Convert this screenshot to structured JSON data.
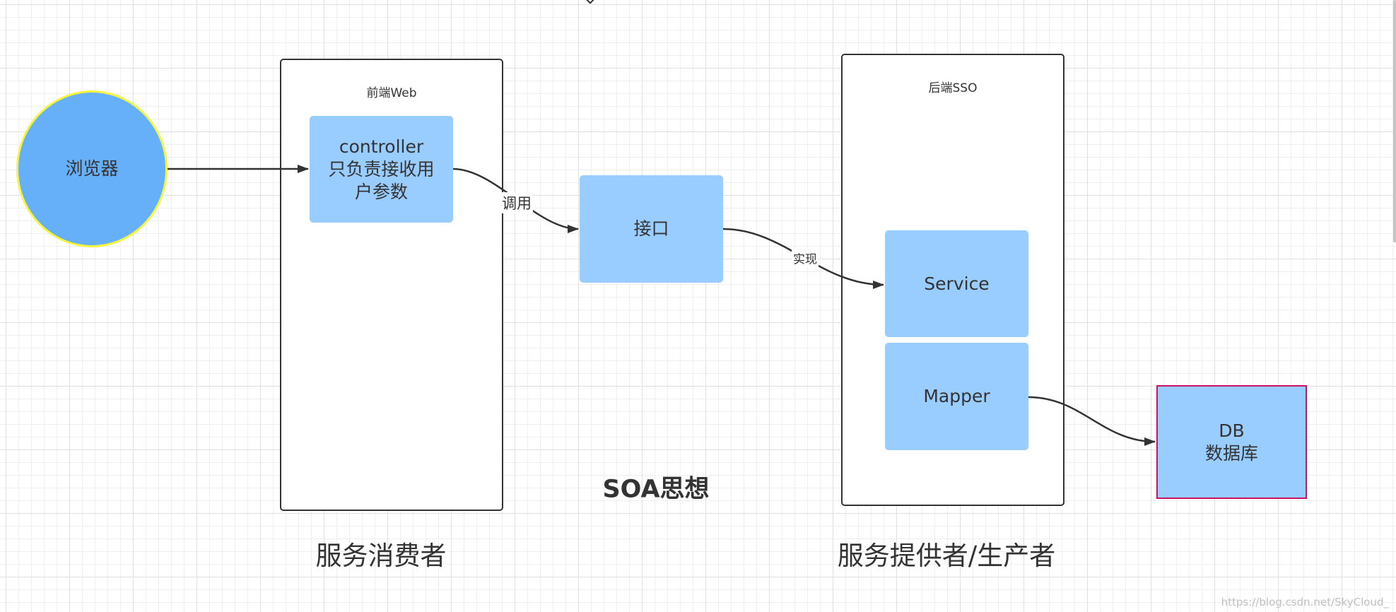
{
  "canvas": {
    "grid": true
  },
  "colors": {
    "canvas_background": "#ffffff",
    "grid_minor": "#efefef",
    "grid_major": "#e0e0e0",
    "stroke": "#333333",
    "text": "#333333",
    "browser_fill": "#66b0fa",
    "browser_border": "#f5f53d",
    "node_fill": "#99ccff",
    "database_border": "#cc1166",
    "container_fill": "#ffffff",
    "watermark": "#c0c0c0",
    "scrollbar": "#c4c4c4"
  },
  "nodes": {
    "browser": {
      "label": "浏览器"
    },
    "frontend_container": {
      "label": "前端Web"
    },
    "controller": {
      "label": "controller\n只负责接收用\n户参数"
    },
    "interface": {
      "label": "接口"
    },
    "backend_container": {
      "label": "后端SSO"
    },
    "service": {
      "label": "Service"
    },
    "mapper": {
      "label": "Mapper"
    },
    "database": {
      "label": "DB\n数据库"
    }
  },
  "edges": {
    "controller_to_interface": {
      "label": "调用"
    },
    "interface_to_service": {
      "label": "实现"
    }
  },
  "captions": {
    "title": "SOA思想",
    "consumer": "服务消费者",
    "provider": "服务提供者/生产者"
  },
  "watermark": "https://blog.csdn.net/SkyCloud_"
}
